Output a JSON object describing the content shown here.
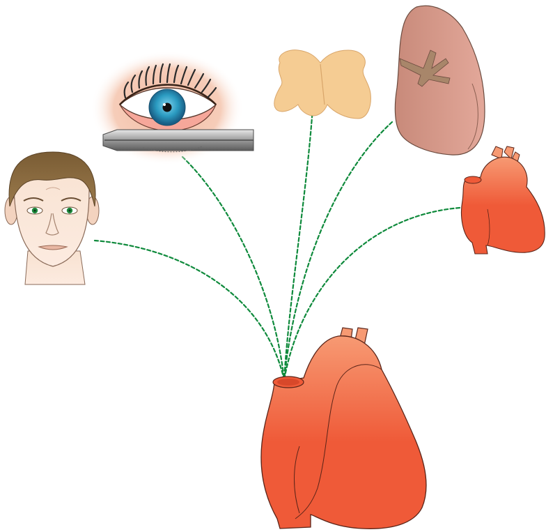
{
  "figure": {
    "icons": {
      "face": "human-face-icon",
      "eye": "eye-with-needle-icon",
      "thymus": "thymus-icon",
      "lung": "lung-icon",
      "small_heart": "heart-icon",
      "big_heart": "heart-icon"
    },
    "connector_links": [
      {
        "from": "face",
        "to": "big_heart"
      },
      {
        "from": "eye",
        "to": "big_heart"
      },
      {
        "from": "thymus",
        "to": "big_heart"
      },
      {
        "from": "lung",
        "to": "big_heart"
      },
      {
        "from": "small_heart",
        "to": "big_heart"
      }
    ],
    "colors": {
      "connector": "#0f8a3c",
      "heart_top": "#f79a73",
      "heart_bottom": "#ef5a38",
      "heart_outline": "#5a2418",
      "lung_light": "#d8a08e",
      "lung_dark": "#b88272",
      "thymus": "#f3c98e",
      "skin": "#fbe6d6",
      "hair": "#8a6a3c",
      "iris": "#2a9ac0",
      "eye_glow": "#f2b9a1",
      "needle": "#9a9a9a"
    }
  }
}
